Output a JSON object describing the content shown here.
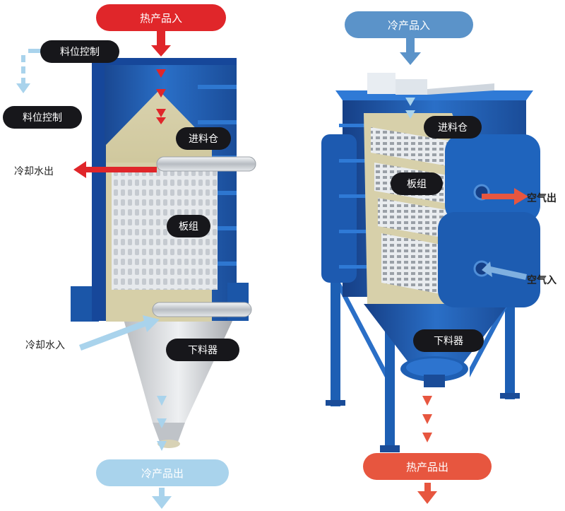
{
  "left": {
    "hot_in": "热产品入",
    "level_top": "料位控制",
    "level_side": "料位控制",
    "hopper": "进料仓",
    "plate_pack": "板组",
    "water_out": "冷却水出",
    "water_in": "冷却水入",
    "discharger": "下料器",
    "cold_out": "冷产品出"
  },
  "right": {
    "cold_in": "冷产品入",
    "hopper": "进料仓",
    "plate_pack": "板组",
    "air_out": "空气出",
    "air_in": "空气入",
    "discharger": "下料器",
    "hot_out": "热产品出"
  },
  "colors": {
    "hot_red": "#e0262a",
    "light_blue": "#a9d3ec",
    "mid_blue": "#5b93c9",
    "orange_red": "#e7563f",
    "machine_blue": "#1f5fb3",
    "dark_label": "#17171b"
  }
}
